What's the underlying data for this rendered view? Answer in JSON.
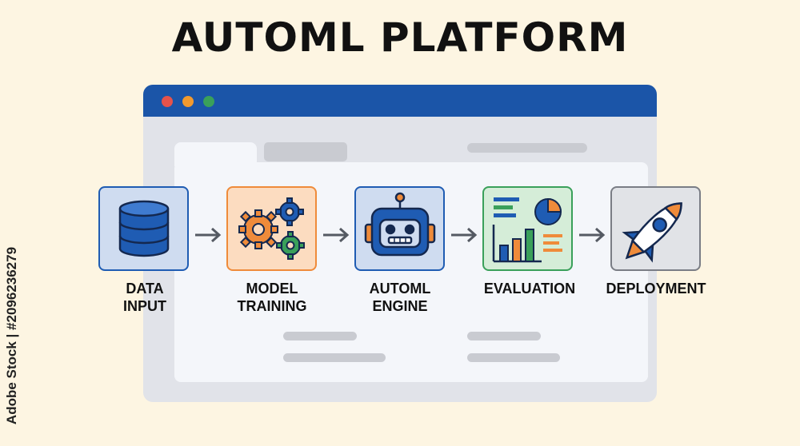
{
  "title": "AUTOML PLATFORM",
  "steps": [
    {
      "label_line1": "DATA",
      "label_line2": "INPUT",
      "icon": "database-icon",
      "border": "#1f5cb3",
      "fill": "#cfdcf0"
    },
    {
      "label_line1": "MODEL",
      "label_line2": "TRAINING",
      "icon": "gears-icon",
      "border": "#ef8b3a",
      "fill": "#fcdcc0"
    },
    {
      "label_line1": "AUTOML",
      "label_line2": "ENGINE",
      "icon": "robot-icon",
      "border": "#1f5cb3",
      "fill": "#cfdcf0"
    },
    {
      "label_line1": "EVALUATION",
      "label_line2": "",
      "icon": "chart-report-icon",
      "border": "#3aa05a",
      "fill": "#d5edd8"
    },
    {
      "label_line1": "DEPLOYMENT",
      "label_line2": "",
      "icon": "rocket-icon",
      "border": "#7a7d85",
      "fill": "#e1e3e7"
    }
  ],
  "watermark": "Adobe Stock | #2096236279",
  "colors": {
    "background": "#fdf5e2",
    "window_bar": "#1b55a8",
    "window_body": "#e1e3e9"
  }
}
